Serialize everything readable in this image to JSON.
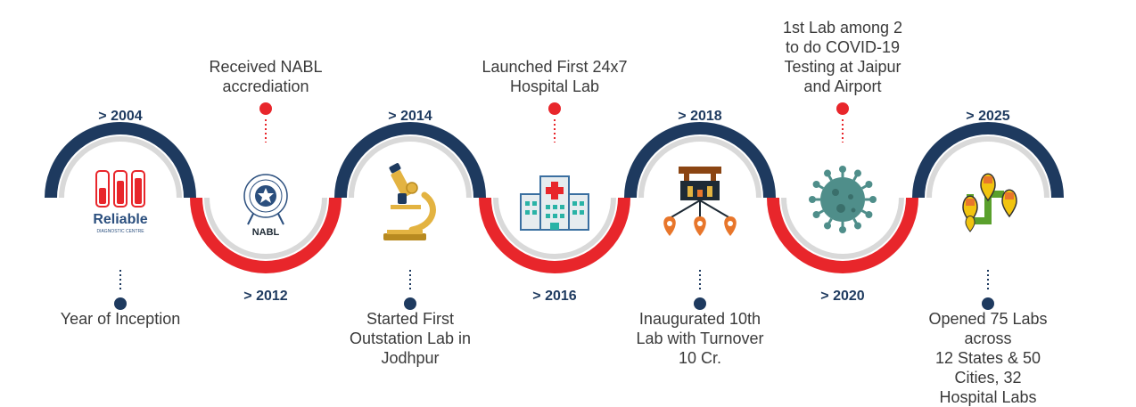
{
  "milestones": [
    {
      "year": "> 2004",
      "text": "Year of Inception",
      "icon": "reliable-logo-icon",
      "logo_text": "Reliable",
      "logo_subtext": "DIAGNOSTIC CENTRE"
    },
    {
      "year": "> 2012",
      "text": "Received NABL\naccrediation",
      "icon": "nabl-logo-icon",
      "logo_text": "NABL"
    },
    {
      "year": "> 2014",
      "text": "Started First\nOutstation Lab in\nJodhpur",
      "icon": "microscope-icon"
    },
    {
      "year": "> 2016",
      "text": "Launched First 24x7\nHospital Lab",
      "icon": "hospital-icon"
    },
    {
      "year": "> 2018",
      "text": "Inaugurated 10th\nLab with Turnover\n10 Cr.",
      "icon": "lab-network-icon"
    },
    {
      "year": "> 2020",
      "text": "1st Lab among 2\nto do COVID-19\nTesting at Jaipur\nand Airport",
      "icon": "virus-icon"
    },
    {
      "year": "> 2025",
      "text": "Opened 75 Labs across\n12 States & 50 Cities, 32\nHospital Labs",
      "icon": "labs-map-icon"
    }
  ],
  "colors": {
    "navy": "#1e3a5f",
    "red": "#e8262b",
    "grey": "#d9d9d9",
    "text": "#3a3a3a"
  }
}
